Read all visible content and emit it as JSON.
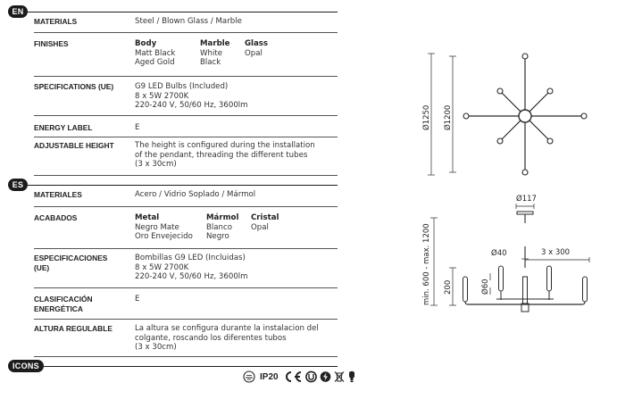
{
  "en": {
    "badge": "EN",
    "rows": [
      {
        "label": "MATERIALS",
        "value": "Steel / Blown Glass / Marble"
      },
      {
        "label": "FINISHES"
      },
      {
        "label": "SPECIFICATIONS (UE)",
        "value_lines": [
          "G9 LED Bulbs (Included)",
          "8 x 5W 2700K",
          "220-240 V, 50/60 Hz, 3600lm"
        ]
      },
      {
        "label": "ENERGY LABEL",
        "value": "E"
      },
      {
        "label": "ADJUSTABLE HEIGHT",
        "value_lines": [
          "The height is configured during the installation",
          "of the pendant, threading the different tubes",
          "(3 x 30cm)"
        ]
      }
    ],
    "finishes": [
      {
        "head": "Body",
        "items": [
          "Matt Black",
          "Aged Gold"
        ]
      },
      {
        "head": "Marble",
        "items": [
          "White",
          "Black"
        ]
      },
      {
        "head": "Glass",
        "items": [
          "Opal"
        ]
      }
    ]
  },
  "es": {
    "badge": "ES",
    "rows": [
      {
        "label": "MATERIALES",
        "value": "Acero / Vidrio Soplado / Mármol"
      },
      {
        "label": "ACABADOS"
      },
      {
        "label_lines": [
          "ESPECIFICACIONES",
          "(UE)"
        ],
        "value_lines": [
          "Bombillas G9 LED (Incluidas)",
          "8 x 5W 2700K",
          "220-240 V, 50/60 Hz, 3600lm"
        ]
      },
      {
        "label_lines": [
          "CLASIFICACIÓN",
          "ENERGÉTICA"
        ],
        "value": "E"
      },
      {
        "label": "ALTURA REGULABLE",
        "value_lines": [
          "La altura se configura durante la instalacion del",
          "colgante, roscando los diferentes tubos",
          "(3 x 30cm)"
        ]
      }
    ],
    "finishes": [
      {
        "head": "Metal",
        "items": [
          "Negro Mate",
          "Oro Envejecido"
        ]
      },
      {
        "head": "Mármol",
        "items": [
          "Blanco",
          "Negro"
        ]
      },
      {
        "head": "Cristal",
        "items": [
          "Opal"
        ]
      }
    ]
  },
  "icons": {
    "badge": "ICONS",
    "ip_rating": "IP20",
    "list": [
      "dimmable-icon",
      "ce-mark-icon",
      "ukca-mark-icon",
      "energy-icon",
      "weee-bin-icon",
      "led-bulb-icon"
    ]
  },
  "drawing": {
    "top_view": {
      "dim_total": "Ø1250",
      "dim_inner": "Ø1200"
    },
    "side_view": {
      "canopy": "Ø117",
      "tube": "Ø40",
      "spacing": "3 x 300",
      "glass": "Ø60",
      "height_range": "min. 600 - max. 1200",
      "arm_height": "200"
    }
  },
  "colors": {
    "ink": "#1c1c1c",
    "rule": "#555555"
  }
}
